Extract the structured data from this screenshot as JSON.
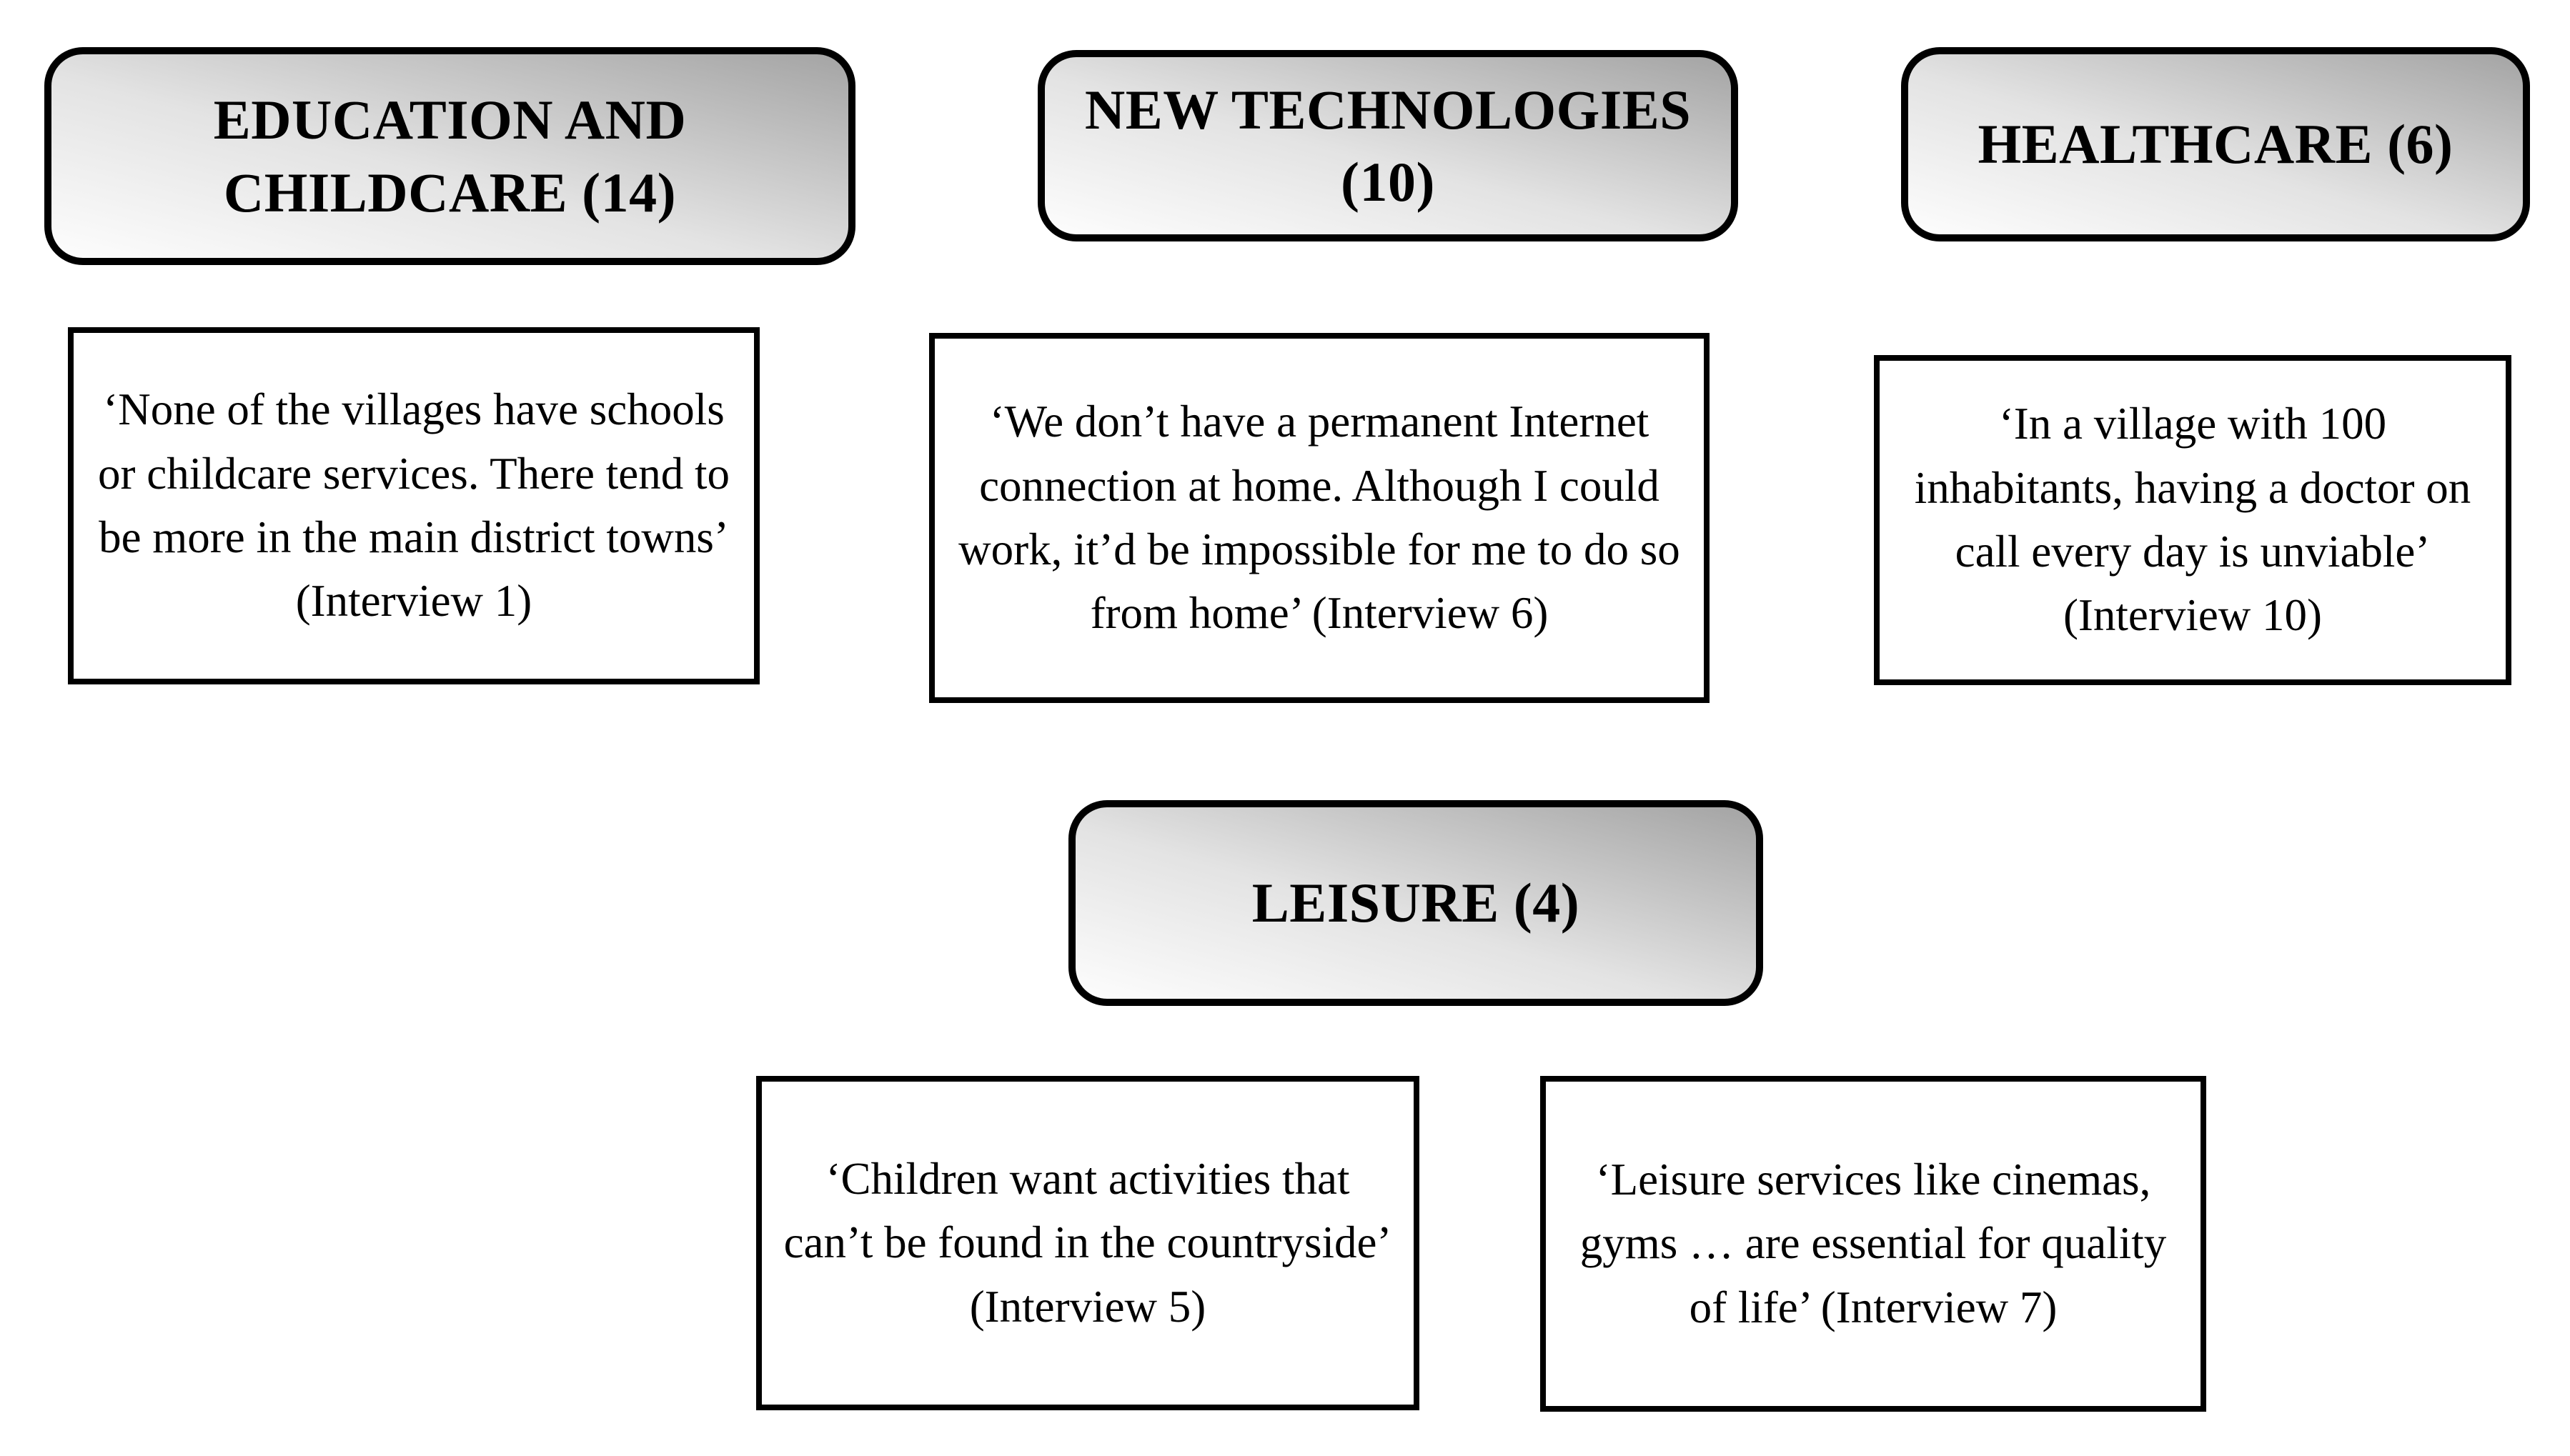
{
  "theme": {
    "background": "#ffffff",
    "text_color": "#000000",
    "border_color": "#000000",
    "quote_bg": "#ffffff",
    "header_gradient_light": "#fdfdfd",
    "header_gradient_dark": "#a4a4a4"
  },
  "diagram": {
    "headers": {
      "education": "EDUCATION AND CHILDCARE (14)",
      "new_technologies": "NEW TECHNOLOGIES (10)",
      "healthcare": "HEALTHCARE (6)",
      "leisure": "LEISURE (4)"
    },
    "quotes": {
      "education": "‘None of the villages have schools or childcare services. There tend to be more in the main district towns’ (Interview 1)",
      "new_technologies": "‘We don’t have a permanent Internet connection at home. Although I could work, it’d be impossible for me to do so from home’ (Interview 6)",
      "healthcare": "‘In a village with 100 inhabitants, having a doctor on call every day is unviable’ (Interview 10)",
      "leisure_children": "‘Children want activities that can’t be found in the countryside’ (Interview 5)",
      "leisure_services": "‘Leisure services like cinemas, gyms … are essential for quality of life’ (Interview 7)"
    }
  }
}
